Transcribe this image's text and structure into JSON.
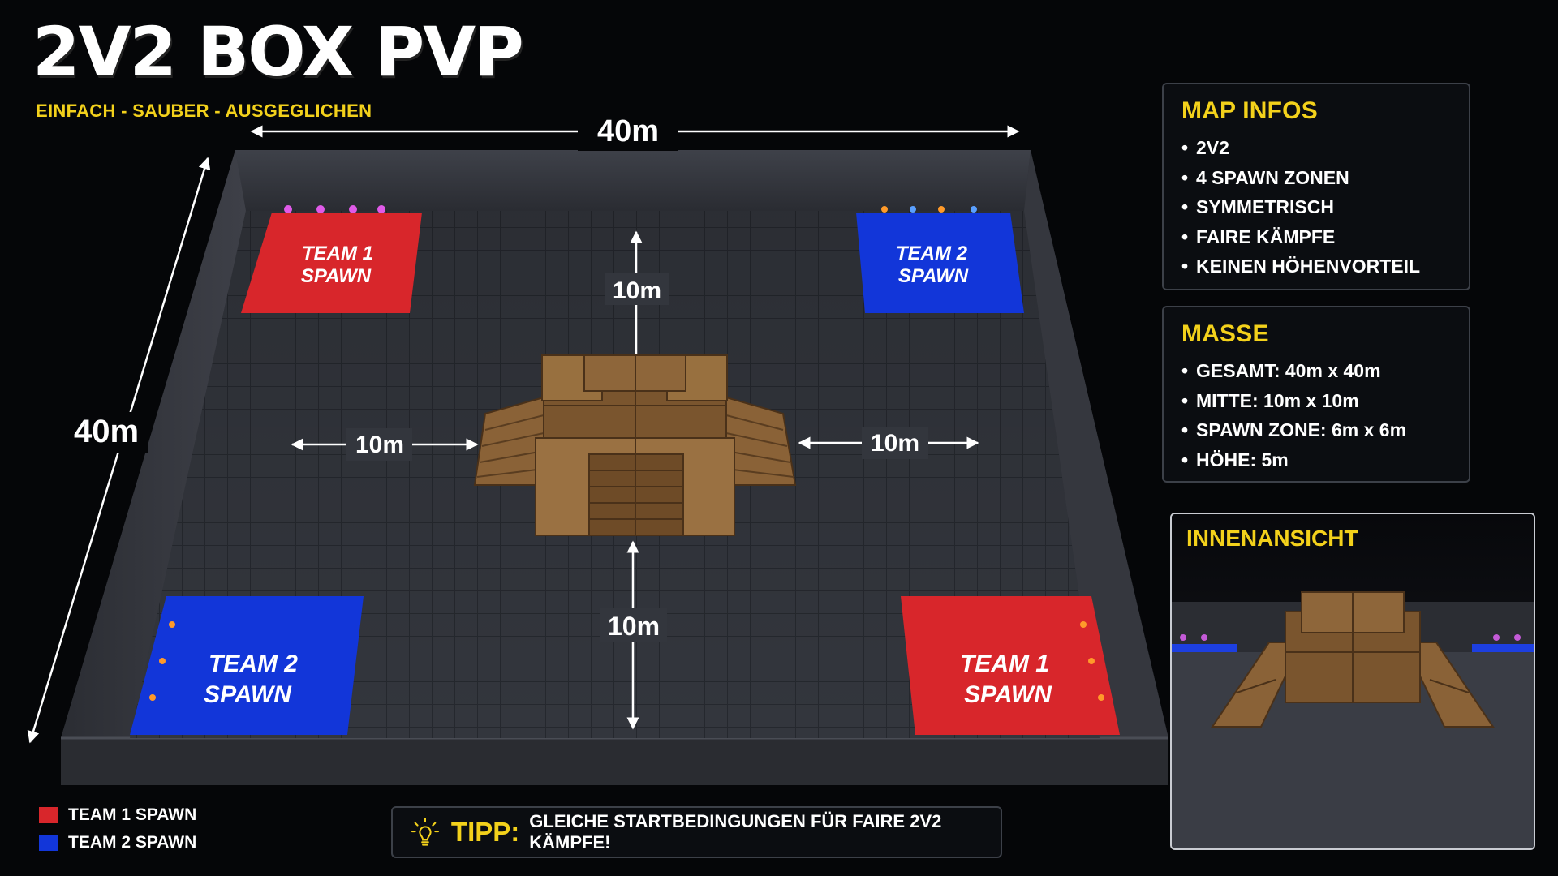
{
  "header": {
    "title": "2V2 BOX PVP",
    "subtitle": "EINFACH - SAUBER - AUSGEGLICHEN"
  },
  "arena": {
    "width_label": "40m",
    "depth_label": "40m",
    "center_distances": {
      "top": "10m",
      "bottom": "10m",
      "left": "10m",
      "right": "10m"
    },
    "spawns": [
      {
        "team": "TEAM 1",
        "line2": "SPAWN",
        "corner": "top-left",
        "color": "#d8262b"
      },
      {
        "team": "TEAM 2",
        "line2": "SPAWN",
        "corner": "top-right",
        "color": "#1236d9"
      },
      {
        "team": "TEAM 2",
        "line2": "SPAWN",
        "corner": "bottom-left",
        "color": "#1236d9"
      },
      {
        "team": "TEAM 1",
        "line2": "SPAWN",
        "corner": "bottom-right",
        "color": "#d8262b"
      }
    ]
  },
  "map_info": {
    "heading": "MAP INFOS",
    "items": [
      "2V2",
      "4 SPAWN ZONEN",
      "SYMMETRISCH",
      "FAIRE KÄMPFE",
      "KEINEN HÖHENVORTEIL"
    ]
  },
  "dimensions": {
    "heading": "MASSE",
    "items": [
      "GESAMT: 40m x 40m",
      "MITTE: 10m x 10m",
      "SPAWN ZONE: 6m x 6m",
      "HÖHE: 5m"
    ]
  },
  "interior_view": {
    "heading": "INNENANSICHT"
  },
  "legend": [
    {
      "label": "TEAM 1 SPAWN",
      "color": "#d8262b"
    },
    {
      "label": "TEAM 2 SPAWN",
      "color": "#1236d9"
    }
  ],
  "tip": {
    "label": "TIPP:",
    "text": "GLEICHE STARTBEDINGUNGEN FÜR FAIRE 2V2 KÄMPFE!"
  },
  "colors": {
    "accent": "#f3d11b",
    "team1": "#d8262b",
    "team2": "#1236d9"
  }
}
